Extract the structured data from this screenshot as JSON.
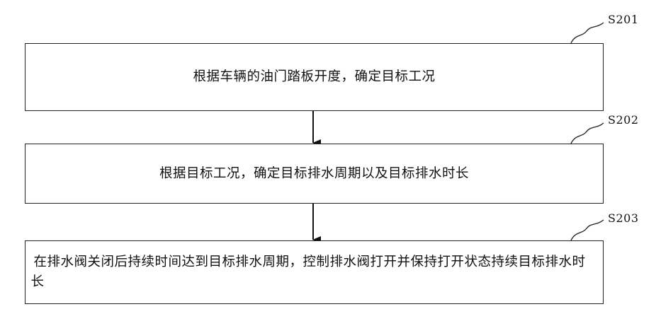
{
  "steps": [
    {
      "id": "S201",
      "text": "根据车辆的油门踏板开度，确定目标工况"
    },
    {
      "id": "S202",
      "text": "根据目标工况，确定目标排水周期以及目标排水时长"
    },
    {
      "id": "S203",
      "text": "在排水阀关闭后持续时间达到目标排水周期，控制排水阀打开并保持打开状态持续目标排水时长"
    }
  ]
}
